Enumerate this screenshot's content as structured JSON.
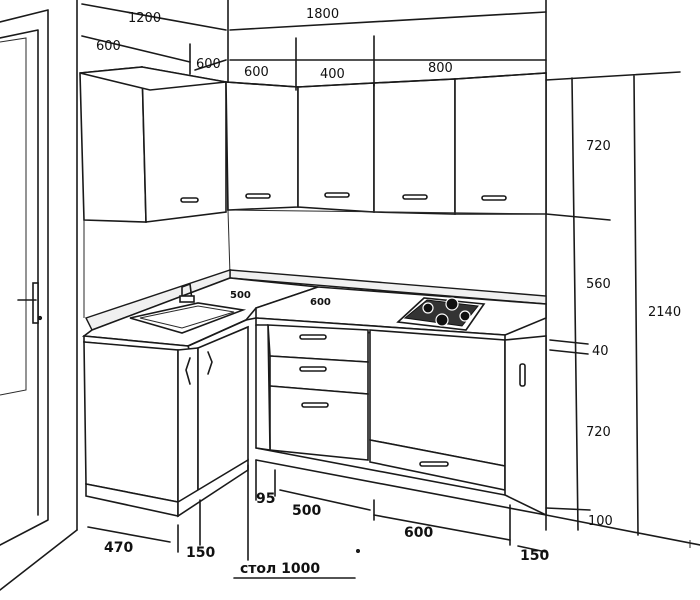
{
  "dimensions": {
    "top_left_1200": "1200",
    "top_left_600": "600",
    "top_corner_600": "600",
    "top_total_1800": "1800",
    "top_600": "600",
    "top_400": "400",
    "top_800": "800",
    "right_720_top": "720",
    "right_560": "560",
    "right_40": "40",
    "right_720_bottom": "720",
    "right_100": "100",
    "right_total_2140": "2140",
    "counter_500": "500",
    "counter_600": "600",
    "bottom_470": "470",
    "bottom_150_left": "150",
    "bottom_95": "95",
    "bottom_500": "500",
    "bottom_600": "600",
    "bottom_150_right": "150",
    "table_label": "стол 1000"
  }
}
